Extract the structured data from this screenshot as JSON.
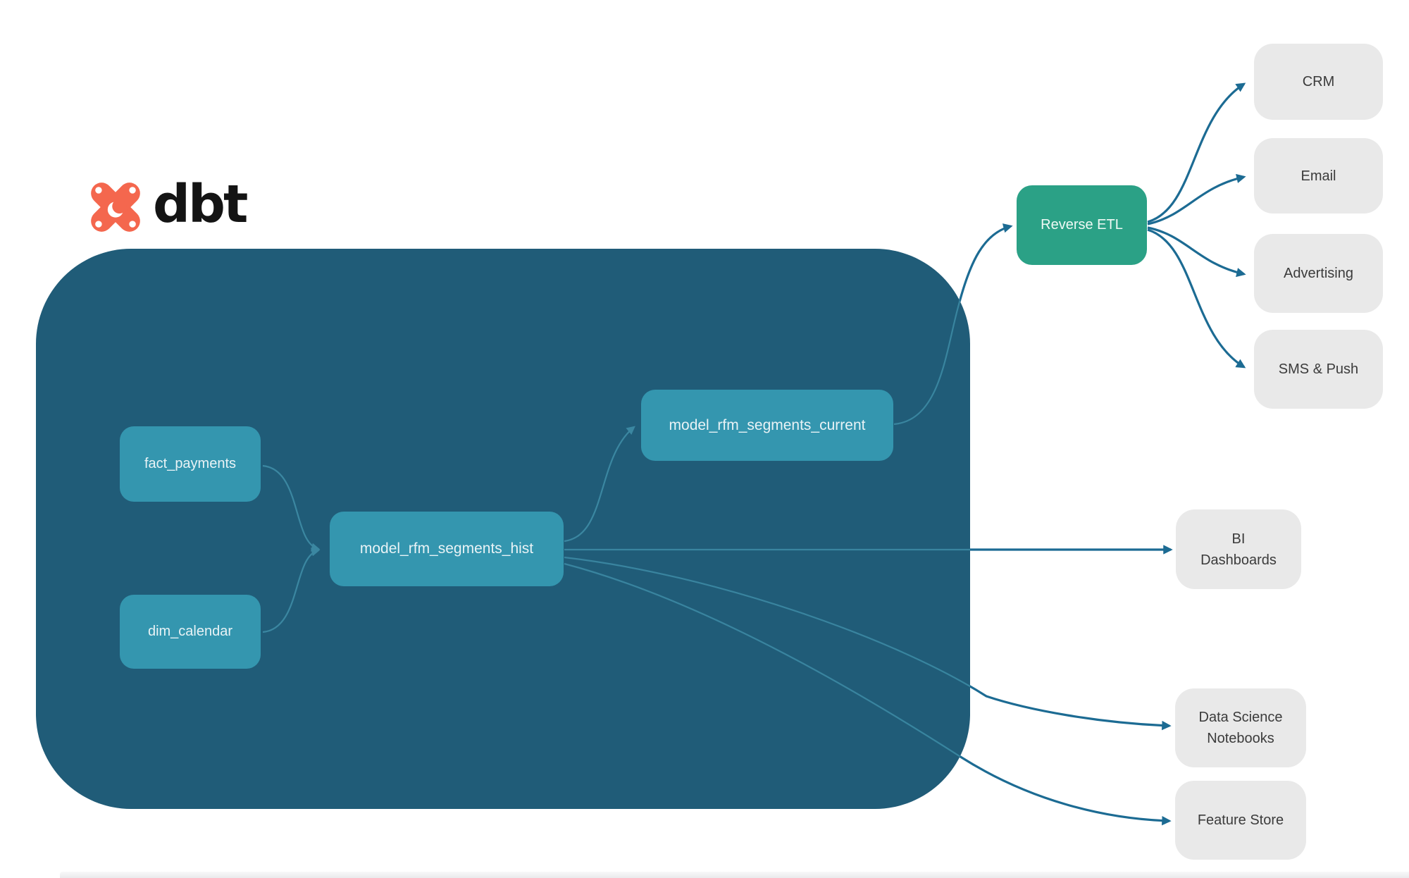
{
  "logo": {
    "brand": "dbt"
  },
  "diagram": {
    "warehouse_nodes": {
      "fact_payments": {
        "label": "fact_payments"
      },
      "dim_calendar": {
        "label": "dim_calendar"
      },
      "model_rfm_segments_hist": {
        "label": "model_rfm_segments_hist"
      },
      "model_rfm_segments_current": {
        "label": "model_rfm_segments_current"
      }
    },
    "reverse_etl": {
      "label": "Reverse ETL"
    },
    "destinations": {
      "crm": {
        "label": "CRM"
      },
      "email": {
        "label": "Email"
      },
      "advertising": {
        "label": "Advertising"
      },
      "sms_push": {
        "label": "SMS & Push"
      }
    },
    "consumers": {
      "bi_dashboards": {
        "label": "BI Dashboards"
      },
      "data_science_notebooks": {
        "label": "Data Science Notebooks"
      },
      "feature_store": {
        "label": "Feature Store"
      }
    },
    "edges": [
      {
        "from": "fact_payments",
        "to": "model_rfm_segments_hist"
      },
      {
        "from": "dim_calendar",
        "to": "model_rfm_segments_hist"
      },
      {
        "from": "model_rfm_segments_hist",
        "to": "model_rfm_segments_current"
      },
      {
        "from": "model_rfm_segments_hist",
        "to": "BI Dashboards"
      },
      {
        "from": "model_rfm_segments_hist",
        "to": "Data Science Notebooks"
      },
      {
        "from": "model_rfm_segments_hist",
        "to": "Feature Store"
      },
      {
        "from": "model_rfm_segments_current",
        "to": "Reverse ETL"
      },
      {
        "from": "Reverse ETL",
        "to": "CRM"
      },
      {
        "from": "Reverse ETL",
        "to": "Email"
      },
      {
        "from": "Reverse ETL",
        "to": "Advertising"
      },
      {
        "from": "Reverse ETL",
        "to": "SMS & Push"
      }
    ],
    "colors": {
      "container": "#205C78",
      "model_node": "#3496AF",
      "reverse_etl_node": "#2BA186",
      "destination_node": "#E9E9E9",
      "edge_outside": "#1C6B93",
      "edge_inside": "#3E8CA6",
      "logo_orange": "#F4674E"
    }
  }
}
